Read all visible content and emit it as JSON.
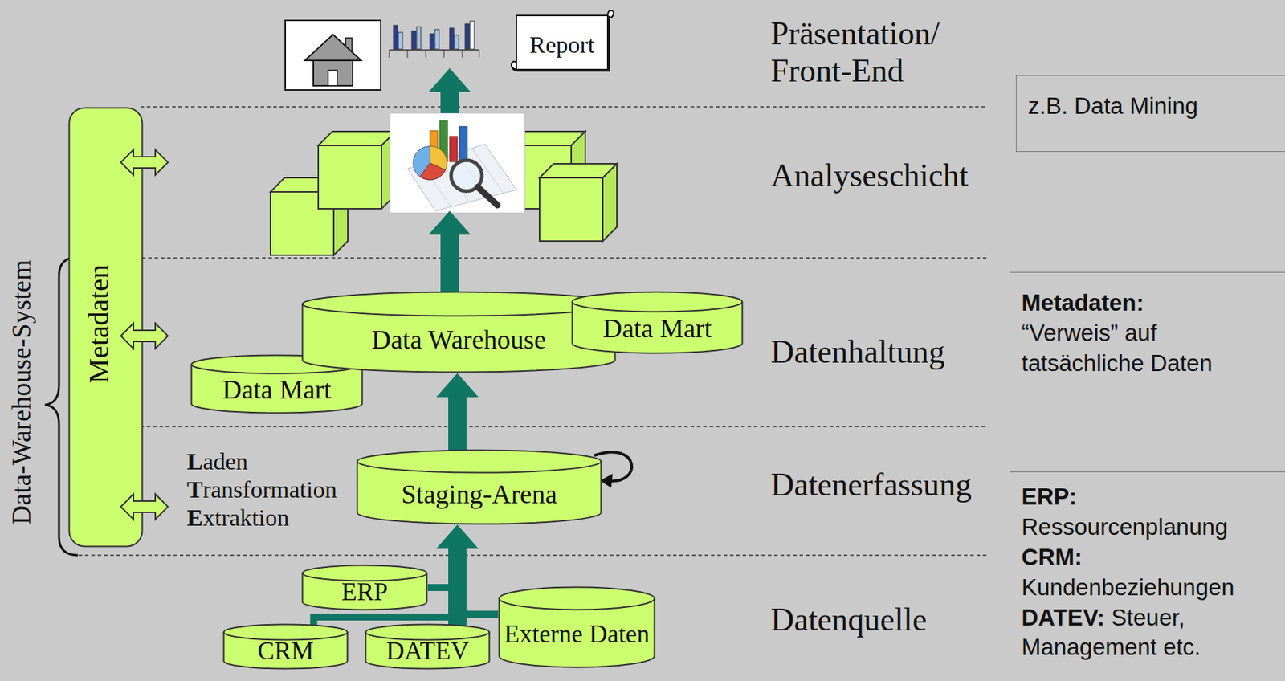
{
  "diagram": {
    "nodes": [
      {
        "text": [
          "Report"
        ]
      },
      {
        "text": [
          "z.B. Data Mining"
        ]
      },
      {
        "text": [
          "Metadaten"
        ]
      },
      {
        "text": [
          "Data Warehouse"
        ]
      },
      {
        "text": [
          "Data Mart"
        ]
      },
      {
        "text": [
          "Data Mart"
        ]
      },
      {
        "text": [
          "Metadaten:",
          "“Verweis” auf tatsächliche Daten"
        ]
      },
      {
        "text": [
          "Staging-Arena"
        ]
      },
      {
        "text": [
          "ERP:",
          "Ressourcenplanung",
          "CRM:",
          "Kundenbeziehungen",
          "DATEV:",
          "Steuer, Management etc."
        ]
      },
      {
        "text": [
          "ERP"
        ]
      },
      {
        "text": [
          "CRM"
        ]
      },
      {
        "text": [
          "DATEV"
        ]
      },
      {
        "text": [
          "Externe Daten"
        ]
      }
    ],
    "edges": [
      {
        "from": 9,
        "to": 7,
        "arrow": "to"
      },
      {
        "from": 10,
        "to": 7,
        "arrow": "to"
      },
      {
        "from": 11,
        "to": 7,
        "arrow": "to"
      },
      {
        "from": 12,
        "to": 7,
        "arrow": "to"
      },
      {
        "from": 7,
        "to": 3,
        "arrow": "to"
      }
    ],
    "labels": [
      "Präsentation/ Front-End",
      "Analyseschicht",
      "Data-Warehouse-System",
      "Datenhaltung",
      "Laden",
      "Transformation",
      "Extraktion",
      "Datenerfassung",
      "Datenquelle"
    ]
  }
}
